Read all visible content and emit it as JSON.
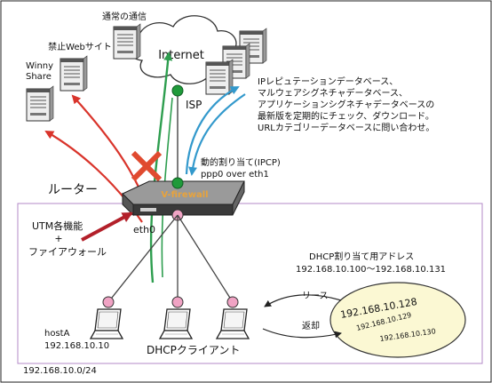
{
  "labels": {
    "normal_traffic": "通常の通信",
    "prohibited_site": "禁止Webサイト",
    "winny": "Winny",
    "share": "Share",
    "internet": "Internet",
    "isp": "ISP",
    "db_line1": "IPレピュテーションデータベース、",
    "db_line2": "マルウェアシグネチャデータベース、",
    "db_line3": "アプリケーションシグネチャデータベースの",
    "db_line4": "最新版を定期的にチェック、ダウンロード。",
    "db_line5": "URLカテゴリーデータベースに問い合わせ。",
    "dynamic_assign": "動的割り当て(IPCP)",
    "ppp": "ppp0 over eth1",
    "router": "ルーター",
    "brand": "V-firewall",
    "utm": "UTM各機能",
    "plus": "+",
    "firewall": "ファイアウォール",
    "eth0": "eth0",
    "dhcp_range_title": "DHCP割り当て用アドレス",
    "dhcp_range": "192.168.10.100〜192.168.10.131",
    "lease": "リース",
    "return": "返却",
    "ip_1": "192.168.10.128",
    "ip_2": "192.168.10.129",
    "ip_3": "192.168.10.130",
    "host_name": "hostA",
    "host_ip": "192.168.10.10",
    "dhcp_clients": "DHCPクライアント",
    "network": "192.168.10.0/24"
  },
  "colors": {
    "green_arrow": "#2e9e4f",
    "red_arrow": "#d9342b",
    "blue_arrow": "#3399cc",
    "dark_red_arrow": "#b3202a",
    "pink_node": "#f0a3c4",
    "green_node": "#1f9a3a",
    "lan_border": "#b389c7",
    "ellipse_fill": "#fbf8d3",
    "router_body": "#3a3a3a",
    "router_brand": "#e8a33c"
  }
}
